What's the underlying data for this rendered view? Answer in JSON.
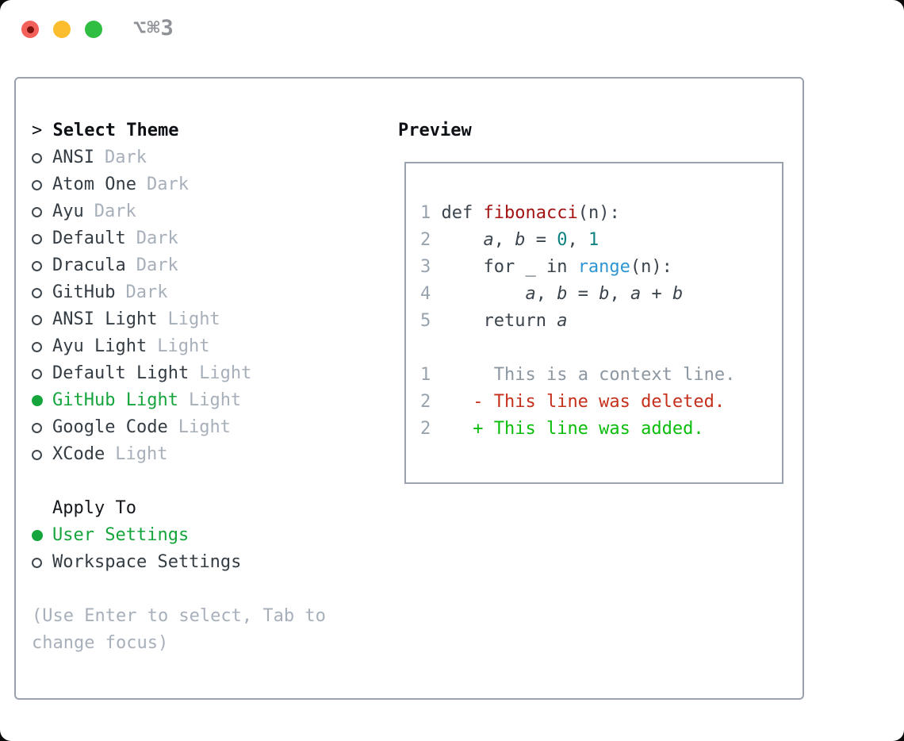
{
  "window": {
    "title_shortcut": "⌥⌘3"
  },
  "titlebar": {
    "buttons": [
      {
        "name": "close",
        "color": "#f4605a"
      },
      {
        "name": "minimize",
        "color": "#fbbd2d"
      },
      {
        "name": "zoom",
        "color": "#2fbe41"
      }
    ]
  },
  "theme_picker": {
    "header_prefix": "> ",
    "header": "Select Theme",
    "items": [
      {
        "name": "ANSI",
        "variant": "Dark",
        "selected": false
      },
      {
        "name": "Atom One",
        "variant": "Dark",
        "selected": false
      },
      {
        "name": "Ayu",
        "variant": "Dark",
        "selected": false
      },
      {
        "name": "Default",
        "variant": "Dark",
        "selected": false
      },
      {
        "name": "Dracula",
        "variant": "Dark",
        "selected": false
      },
      {
        "name": "GitHub",
        "variant": "Dark",
        "selected": false
      },
      {
        "name": "ANSI Light",
        "variant": "Light",
        "selected": false
      },
      {
        "name": "Ayu Light",
        "variant": "Light",
        "selected": false
      },
      {
        "name": "Default Light",
        "variant": "Light",
        "selected": false
      },
      {
        "name": "GitHub Light",
        "variant": "Light",
        "selected": true
      },
      {
        "name": "Google Code",
        "variant": "Light",
        "selected": false
      },
      {
        "name": "XCode",
        "variant": "Light",
        "selected": false
      }
    ]
  },
  "apply_to": {
    "header": "Apply To",
    "options": [
      {
        "label": "User Settings",
        "selected": true
      },
      {
        "label": "Workspace Settings",
        "selected": false
      }
    ]
  },
  "footer_hint": "(Use Enter to select, Tab to change focus)",
  "preview": {
    "header": "Preview",
    "code": [
      [
        [
          "1",
          "ln"
        ],
        [
          " def ",
          "p"
        ],
        [
          "fibonacci",
          "fn"
        ],
        [
          "(n):",
          "p"
        ]
      ],
      [
        [
          "2",
          "ln"
        ],
        [
          "     ",
          "p"
        ],
        [
          "a",
          "var"
        ],
        [
          ", ",
          "p"
        ],
        [
          "b",
          "var"
        ],
        [
          " = ",
          "p"
        ],
        [
          "0",
          "num"
        ],
        [
          ", ",
          "p"
        ],
        [
          "1",
          "num"
        ]
      ],
      [
        [
          "3",
          "ln"
        ],
        [
          "     for _ in ",
          "p"
        ],
        [
          "range",
          "blue"
        ],
        [
          "(n):",
          "p"
        ]
      ],
      [
        [
          "4",
          "ln"
        ],
        [
          "         ",
          "p"
        ],
        [
          "a",
          "var"
        ],
        [
          ", ",
          "p"
        ],
        [
          "b",
          "var"
        ],
        [
          " = ",
          "p"
        ],
        [
          "b",
          "var"
        ],
        [
          ", ",
          "p"
        ],
        [
          "a",
          "var"
        ],
        [
          " + ",
          "p"
        ],
        [
          "b",
          "var"
        ]
      ],
      [
        [
          "5",
          "ln"
        ],
        [
          "     ",
          "p"
        ],
        [
          "return ",
          "p"
        ],
        [
          "a",
          "var"
        ]
      ],
      [],
      [
        [
          "1",
          "ln"
        ],
        [
          "      ",
          "p"
        ],
        [
          "This is a context line.",
          "ctx"
        ]
      ],
      [
        [
          "2",
          "ln"
        ],
        [
          "    ",
          "p"
        ],
        [
          "- This line was deleted.",
          "del"
        ]
      ],
      [
        [
          "2",
          "ln"
        ],
        [
          "    ",
          "p"
        ],
        [
          "+ This line was added.",
          "add"
        ]
      ]
    ]
  },
  "colors": {
    "accent_green": "#16a53c",
    "added_green": "#0bbd0b",
    "deleted_red": "#c5301c",
    "function_red": "#a31313",
    "number_teal": "#0f8181",
    "builtin_blue": "#2e95d3",
    "muted_gray": "#a7b0ba",
    "line_number_gray": "#99a3ad",
    "panel_border_gray": "#9aa3ad",
    "code_text": "#3b444d"
  }
}
